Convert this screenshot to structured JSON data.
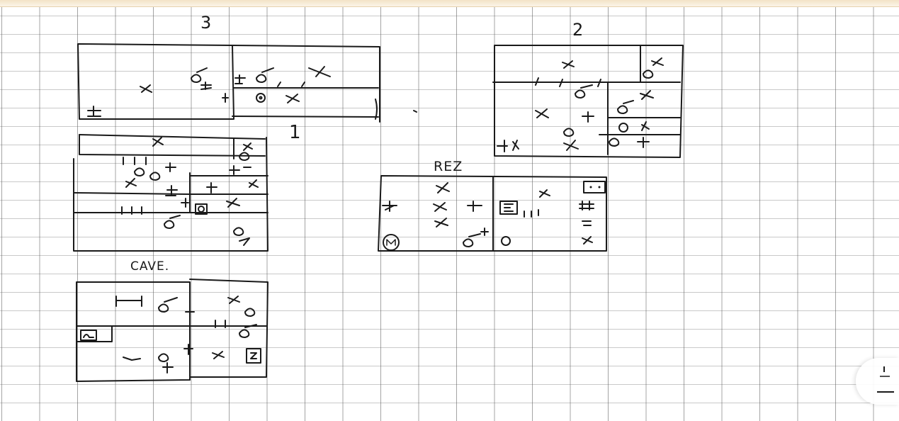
{
  "document": {
    "kind": "hand-drawn floor plan sketches on grid paper",
    "colors": {
      "ink": "#1a1a1a",
      "grid": "#7a7a7a",
      "paper": "#ffffff"
    }
  },
  "labels": {
    "plan_3": "3",
    "plan_2": "2",
    "plan_1": "1",
    "plan_rez": "REZ",
    "plan_cave": "CAVE."
  },
  "widget": {
    "icon": "collapse-handle-icon"
  }
}
